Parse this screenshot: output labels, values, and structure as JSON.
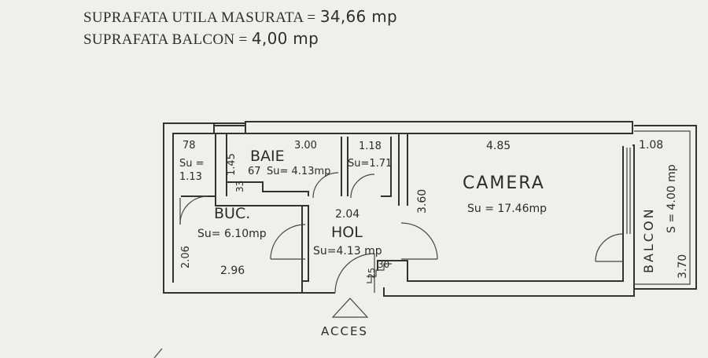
{
  "header": {
    "useful_area_label": "SUPRAFATA UTILA MASURATA =",
    "useful_area_value": "34,66 mp",
    "balcony_area_label": "SUPRAFATA BALCON =",
    "balcony_area_value": "4,00 mp"
  },
  "plan": {
    "rooms": {
      "baie": {
        "name": "BAIE",
        "area": "Su= 4.13mp",
        "width": "3.00",
        "depth": "1.45",
        "dim_67": "67",
        "dim_33": "33"
      },
      "small_room": {
        "width": "78",
        "area_label": "Su =",
        "area_value": "1.13"
      },
      "storage": {
        "width": "1.18",
        "area": "Su=1.71"
      },
      "camera": {
        "name": "CAMERA",
        "area": "Su = 17.46mp",
        "width": "4.85",
        "depth": "3.60"
      },
      "buc": {
        "name": "BUC.",
        "area": "Su= 6.10mp",
        "width": "2.96",
        "depth": "2.06"
      },
      "hol": {
        "name": "HOL",
        "area": "Su=4.13 mp",
        "width": "2.04",
        "dim_30": "30",
        "dim_25": "25"
      },
      "balcon": {
        "name": "BALCON",
        "area": "S = 4.00 mp",
        "width": "1.08",
        "length": "3.70"
      }
    },
    "entrance": {
      "label": "ACCES"
    }
  }
}
